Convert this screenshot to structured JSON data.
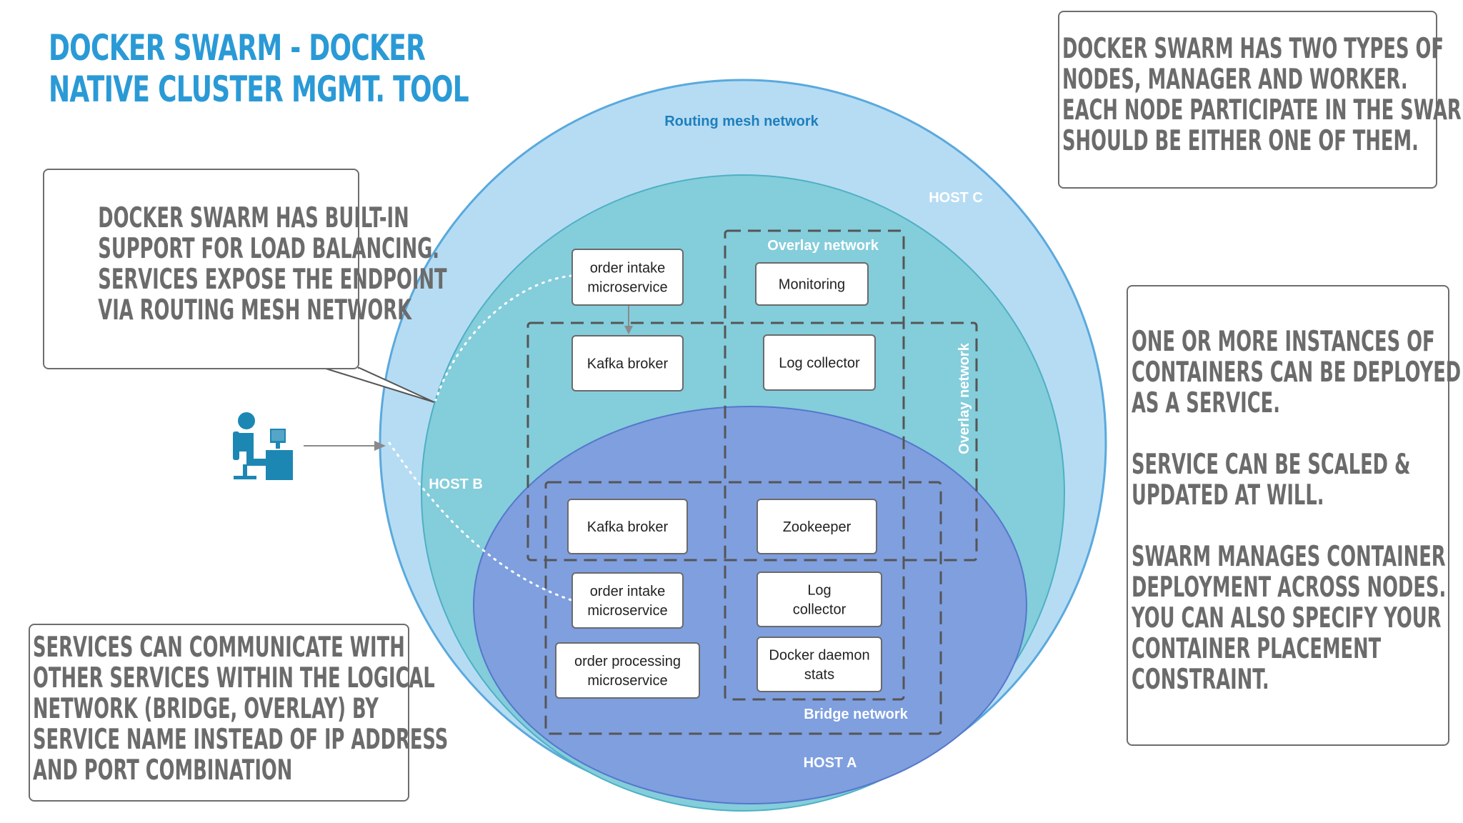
{
  "title": {
    "line1": "DOCKER SWARM - DOCKER",
    "line2": "NATIVE CLUSTER MGMT. TOOL"
  },
  "callouts": {
    "load_balancing": [
      "DOCKER SWARM HAS BUILT-IN",
      "SUPPORT FOR LOAD BALANCING.",
      "SERVICES EXPOSE THE ENDPOINT",
      "VIA ROUTING MESH NETWORK"
    ],
    "node_types": [
      "DOCKER SWARM HAS TWO TYPES OF",
      "NODES, MANAGER AND WORKER.",
      "EACH NODE PARTICIPATE IN THE SWARM",
      "SHOULD BE EITHER ONE OF THEM."
    ],
    "services_block1": [
      "ONE OR MORE INSTANCES OF",
      "CONTAINERS CAN BE DEPLOYED",
      "AS A SERVICE."
    ],
    "services_block2": [
      "SERVICE CAN BE SCALED &",
      "UPDATED AT WILL."
    ],
    "services_block3": [
      "SWARM MANAGES CONTAINER",
      "DEPLOYMENT ACROSS NODES.",
      "YOU CAN ALSO SPECIFY YOUR",
      "CONTAINER PLACEMENT",
      "CONSTRAINT."
    ],
    "communication": [
      "SERVICES CAN COMMUNICATE WITH",
      "OTHER SERVICES WITHIN THE LOGICAL",
      "NETWORK (BRIDGE, OVERLAY) BY",
      "SERVICE NAME INSTEAD OF IP ADDRESS",
      "AND PORT COMBINATION"
    ]
  },
  "diagram": {
    "routing_mesh_label": "Routing mesh network",
    "host_c_label": "HOST C",
    "host_b_label": "HOST B",
    "host_a_label": "HOST A",
    "overlay_top_label": "Overlay network",
    "overlay_side_label": "Overlay network",
    "bridge_label": "Bridge network",
    "nodes": {
      "order_intake_top": [
        "order intake",
        "microservice"
      ],
      "monitoring": [
        "Monitoring"
      ],
      "kafka_top": [
        "Kafka broker"
      ],
      "log_collector_top": [
        "Log collector"
      ],
      "kafka_bottom": [
        "Kafka broker"
      ],
      "zookeeper": [
        "Zookeeper"
      ],
      "order_intake_bottom": [
        "order intake",
        "microservice"
      ],
      "log_collector_bottom": [
        "Log",
        "collector"
      ],
      "order_processing": [
        "order processing",
        "microservice"
      ],
      "docker_daemon_stats": [
        "Docker daemon",
        "stats"
      ]
    },
    "colors": {
      "routing_mesh": "#b6dcf3",
      "host_c": "#84cddb",
      "host_a": "#7f9fdf",
      "title": "#2a9ad6",
      "user_icon": "#1d87b4"
    }
  }
}
